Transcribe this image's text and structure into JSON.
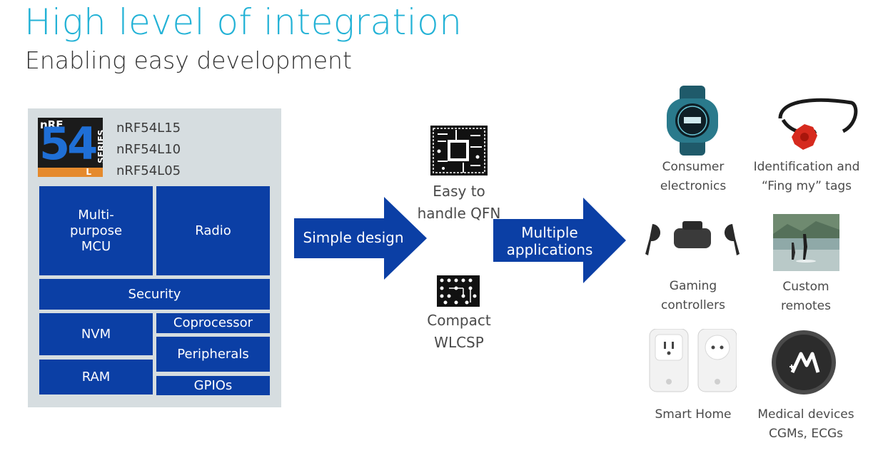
{
  "header": {
    "title": "High level of integration",
    "subtitle": "Enabling easy development"
  },
  "logo": {
    "line1": "nRF",
    "digits": "54",
    "series": "SERIES",
    "suffix": "L"
  },
  "variants": [
    "nRF54L15",
    "nRF54L10",
    "nRF54L05"
  ],
  "blocks": {
    "mcu": "Multi-purpose MCU",
    "radio": "Radio",
    "security": "Security",
    "nvm": "NVM",
    "coprocessor": "Coprocessor",
    "peripherals": "Peripherals",
    "ram": "RAM",
    "gpios": "GPIOs"
  },
  "arrows": {
    "design": "Simple design",
    "applications": "Multiple applications"
  },
  "packages": {
    "qfn": "Easy to handle QFN",
    "wlcsp": "Compact WLCSP"
  },
  "applications": {
    "consumer": "Consumer electronics",
    "tags": "Identification and “Fing my” tags",
    "gaming": "Gaming controllers",
    "remotes": "Custom remotes",
    "home": "Smart Home",
    "medical": "Medical devices CGMs, ECGs"
  },
  "colors": {
    "accent_title": "#23b2d6",
    "block_blue": "#0b3fa5",
    "panel_gray": "#d6dde0",
    "logo_orange": "#e58a2d",
    "logo_blue": "#1f6fd6"
  }
}
